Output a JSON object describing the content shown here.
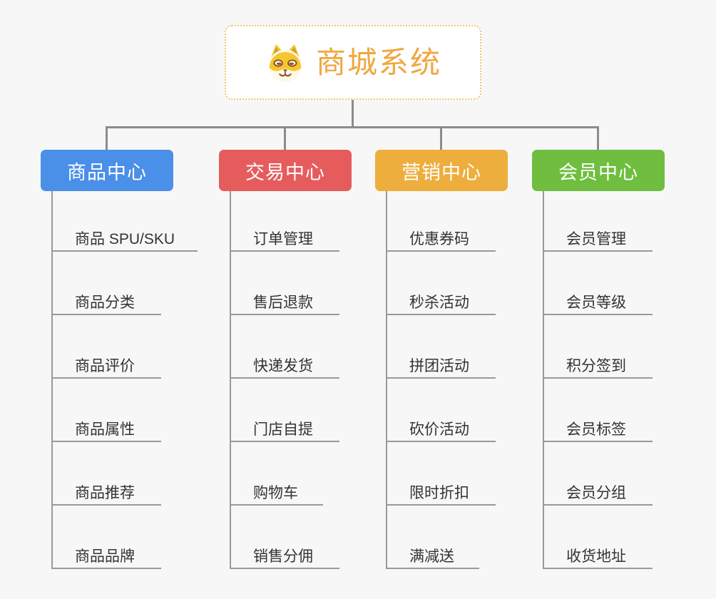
{
  "root": {
    "title": "商城系统",
    "icon": "shiba-dog-icon"
  },
  "branches": [
    {
      "label": "商品中心",
      "color": "#4A8FE8",
      "items": [
        "商品 SPU/SKU",
        "商品分类",
        "商品评价",
        "商品属性",
        "商品推荐",
        "商品品牌"
      ]
    },
    {
      "label": "交易中心",
      "color": "#E65C5C",
      "items": [
        "订单管理",
        "售后退款",
        "快递发货",
        "门店自提",
        "购物车",
        "销售分佣"
      ]
    },
    {
      "label": "营销中心",
      "color": "#EDAE3D",
      "items": [
        "优惠券码",
        "秒杀活动",
        "拼团活动",
        "砍价活动",
        "限时折扣",
        "满减送"
      ]
    },
    {
      "label": "会员中心",
      "color": "#6FBE3F",
      "items": [
        "会员管理",
        "会员等级",
        "积分签到",
        "会员标签",
        "会员分组",
        "收货地址"
      ]
    }
  ],
  "colors": {
    "title_accent": "#F0A73F",
    "root_border": "#F5C56E",
    "connector": "#8C8C8C",
    "underline": "#999999",
    "text": "#333333",
    "background": "#F7F7F7"
  }
}
